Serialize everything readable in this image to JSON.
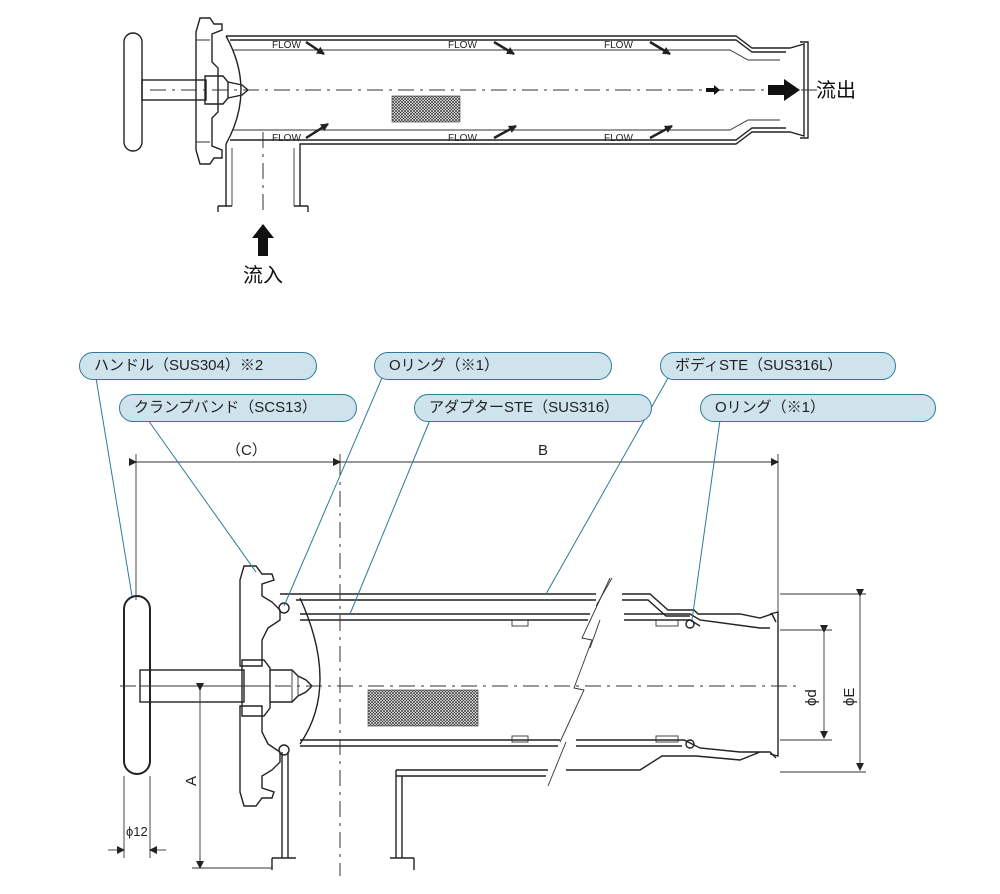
{
  "flow_diagram": {
    "flow_label": "FLOW",
    "outlet_label": "流出",
    "inlet_label": "流入"
  },
  "callouts": {
    "handle": "ハンドル（SUS304）※2",
    "clamp_band": "クランプバンド（SCS13）",
    "oring_left": "Oリング（※1）",
    "adapter": "アダプターSTE（SUS316）",
    "body": "ボディSTE（SUS316L）",
    "oring_right": "Oリング（※1）"
  },
  "dimensions": {
    "c": "（C）",
    "b": "B",
    "a": "A",
    "d": "ϕd",
    "e": "ϕE",
    "handle_dia": "ϕ12"
  }
}
